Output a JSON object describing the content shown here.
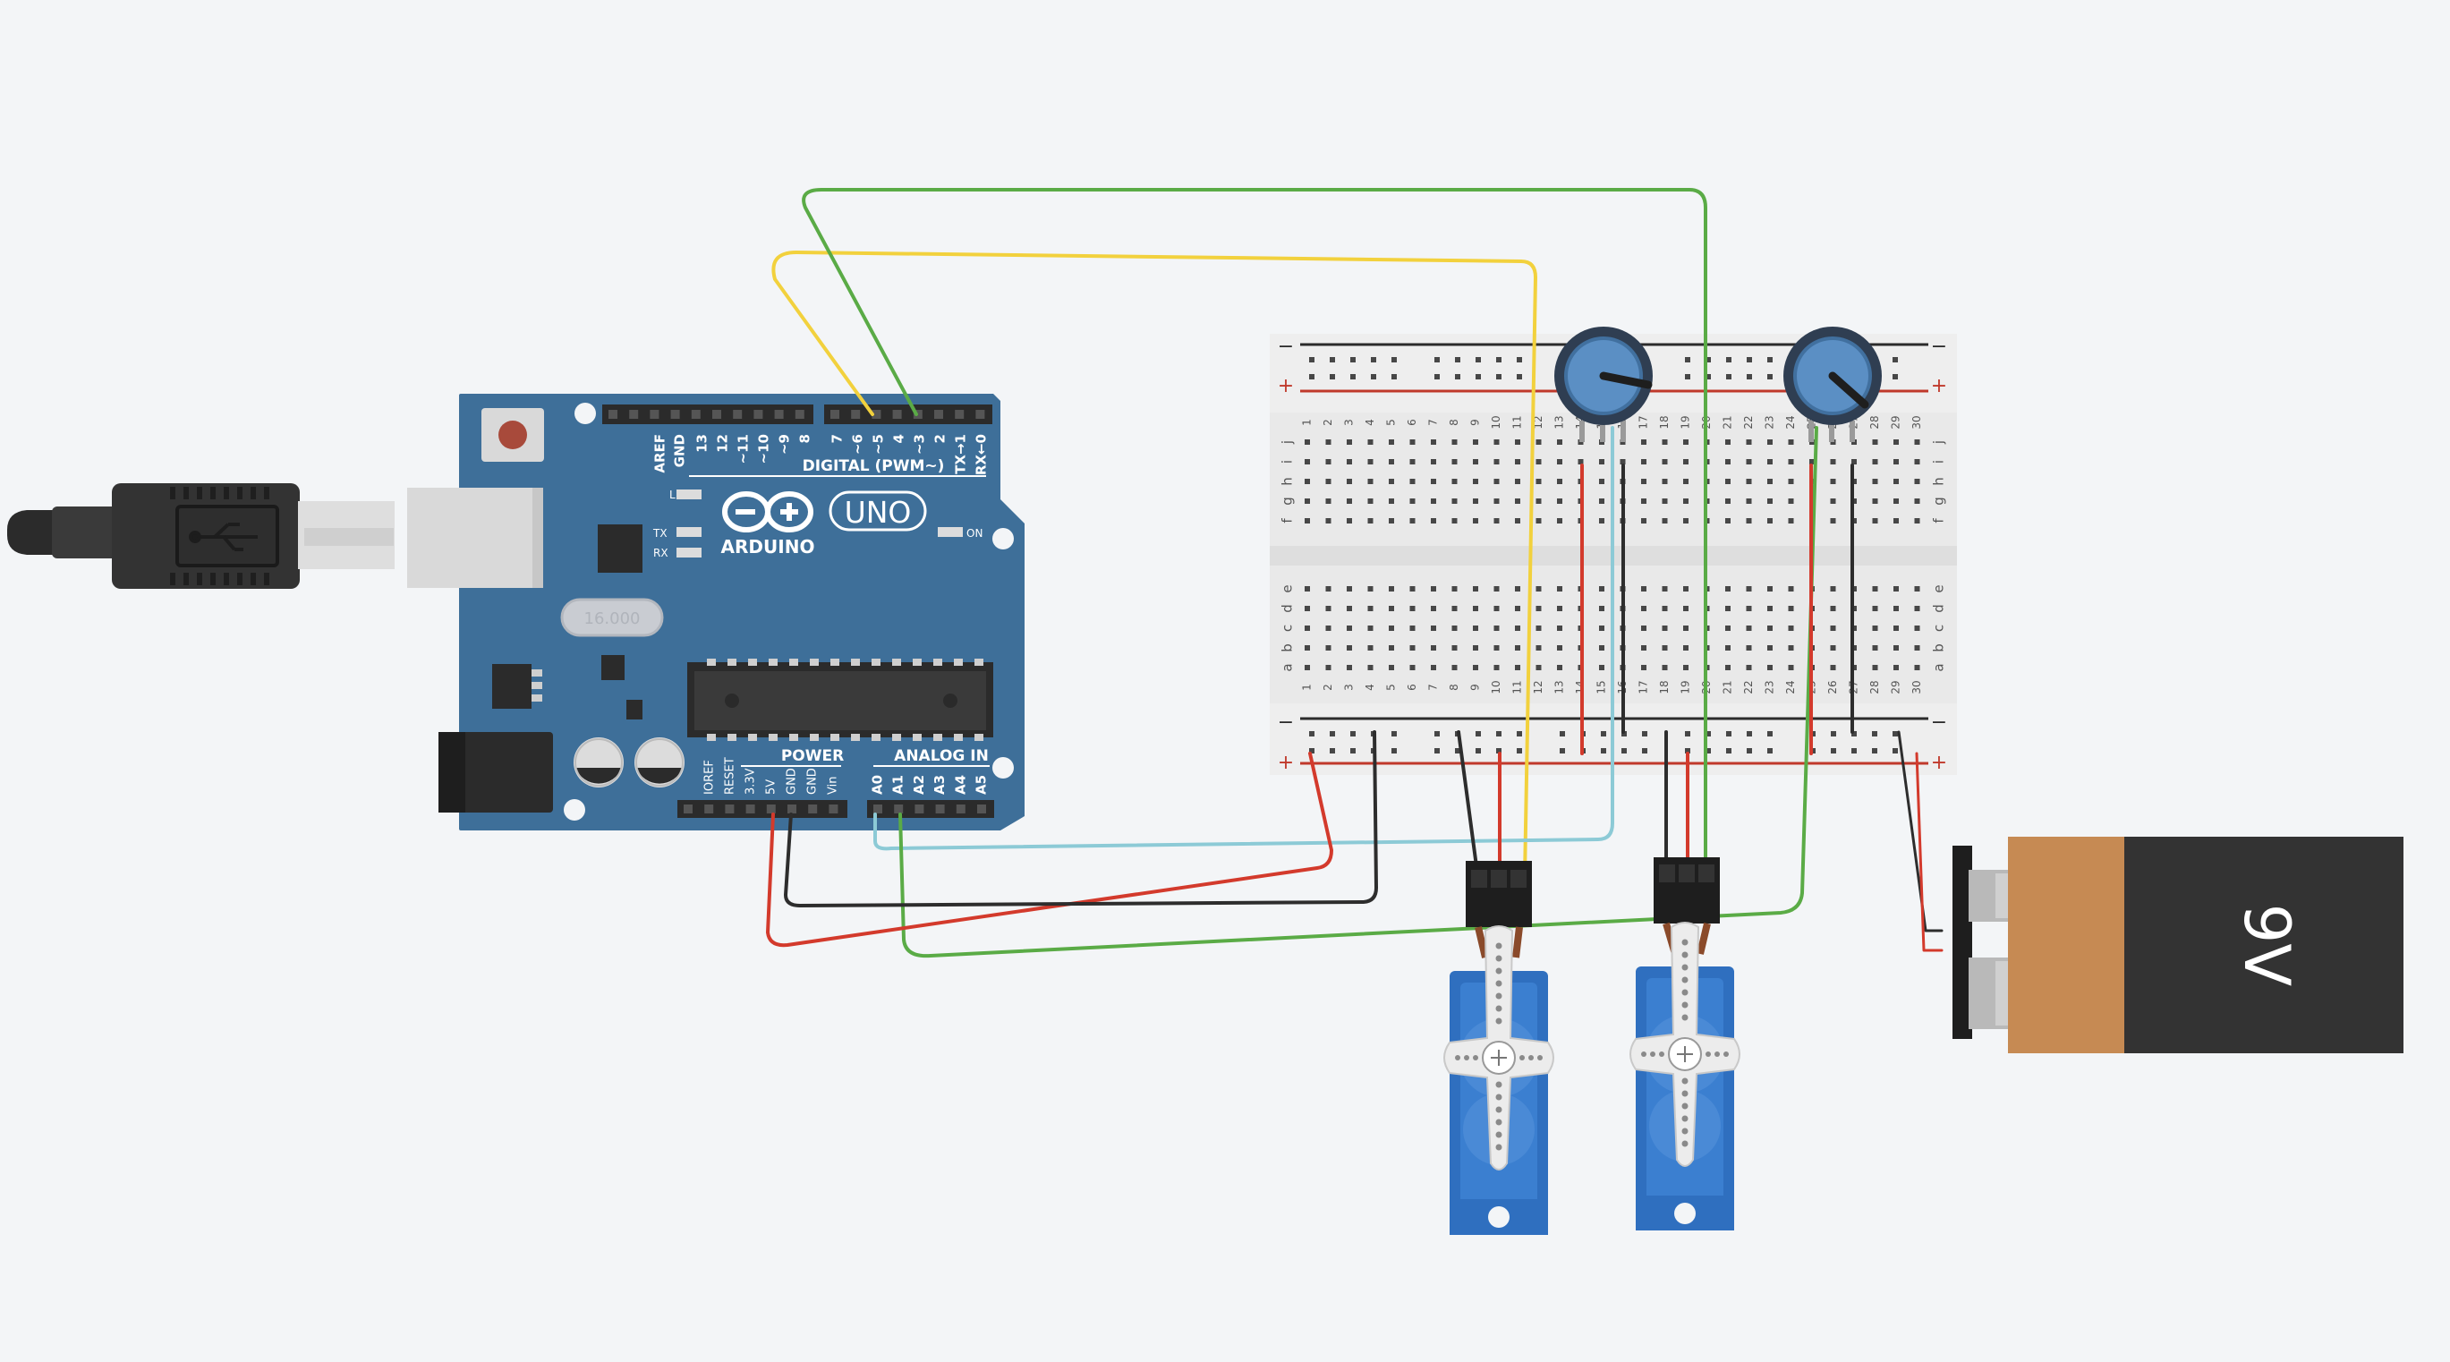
{
  "canvas": {
    "background": "#f3f5f7"
  },
  "arduino": {
    "brand": "ARDUINO",
    "model": "UNO",
    "digital_header_label": "DIGITAL (PWM~)",
    "power_label": "POWER",
    "analog_label": "ANALOG IN",
    "on_label": "ON",
    "led_l": "L",
    "led_tx": "TX",
    "led_rx": "RX",
    "digital_pins": [
      "AREF",
      "GND",
      "13",
      "12",
      "~11",
      "~10",
      "~9",
      "8",
      "7",
      "~6",
      "~5",
      "4",
      "~3",
      "2",
      "TX→1",
      "RX←0"
    ],
    "power_pins": [
      "IOREF",
      "RESET",
      "3.3V",
      "5V",
      "GND",
      "GND",
      "Vin"
    ],
    "analog_pins": [
      "A0",
      "A1",
      "A2",
      "A3",
      "A4",
      "A5"
    ],
    "board_color": "#3e6f99",
    "crystal_text": "16.000"
  },
  "breadboard": {
    "row_letters_top": [
      "j",
      "i",
      "h",
      "g",
      "f"
    ],
    "row_letters_bottom": [
      "e",
      "d",
      "c",
      "b",
      "a"
    ],
    "rail_minus": "−",
    "rail_plus": "+",
    "columns": [
      "1",
      "2",
      "3",
      "4",
      "5",
      "6",
      "7",
      "8",
      "9",
      "10",
      "11",
      "12",
      "13",
      "14",
      "15",
      "16",
      "17",
      "18",
      "19",
      "20",
      "21",
      "22",
      "23",
      "24",
      "25",
      "26",
      "27",
      "28",
      "29",
      "30"
    ]
  },
  "battery": {
    "label": "9V",
    "colors": {
      "top": "#c68a53",
      "body": "#333333"
    }
  },
  "wire_colors": {
    "red": "#d33a2c",
    "black": "#2d2d2d",
    "yellow": "#f2d13d",
    "green": "#5aab46",
    "cyan": "#8ccad6"
  },
  "components": {
    "potentiometers": [
      "potentiometer-1",
      "potentiometer-2"
    ],
    "servos": [
      "servo-1",
      "servo-2"
    ],
    "icons": [
      "usb-icon"
    ]
  }
}
